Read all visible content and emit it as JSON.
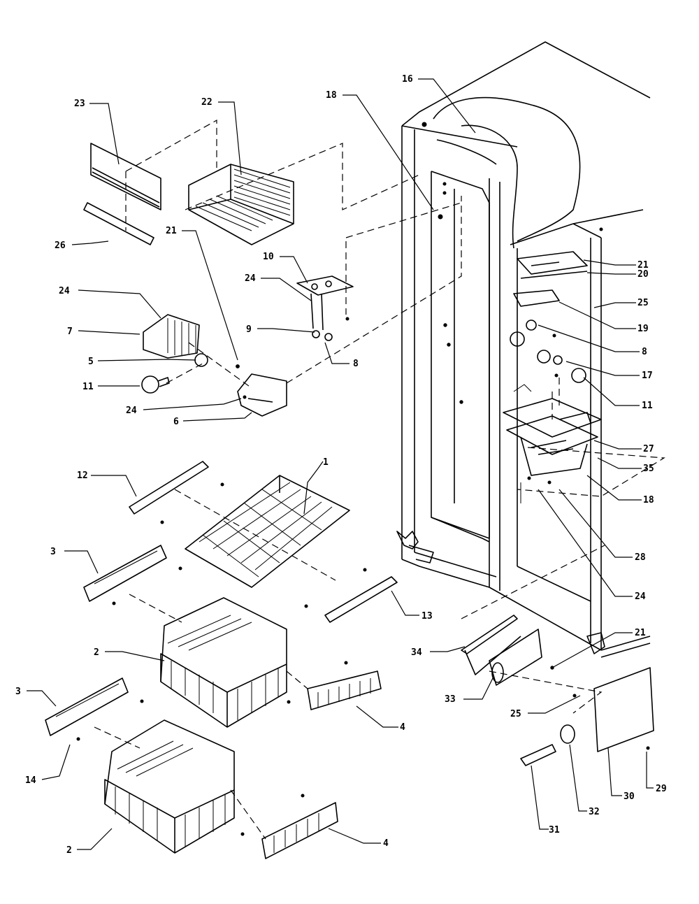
{
  "callouts": {
    "c1": "1",
    "c2a": "2",
    "c2b": "2",
    "c3a": "3",
    "c3b": "3",
    "c4a": "4",
    "c4b": "4",
    "c5": "5",
    "c6": "6",
    "c7": "7",
    "c8a": "8",
    "c8b": "8",
    "c9": "9",
    "c10": "10",
    "c11a": "11",
    "c11b": "11",
    "c12": "12",
    "c13": "13",
    "c14": "14",
    "c16": "16",
    "c17": "17",
    "c18a": "18",
    "c18b": "18",
    "c19": "19",
    "c20": "20",
    "c21a": "21",
    "c21b": "21",
    "c21c": "21",
    "c23": "23",
    "c22": "22",
    "c24a": "24",
    "c24b": "24",
    "c24c": "24",
    "c24d": "24",
    "c25a": "25",
    "c25b": "25",
    "c26": "26",
    "c27": "27",
    "c28": "28",
    "c29": "29",
    "c30": "30",
    "c31": "31",
    "c32": "32",
    "c33": "33",
    "c34": "34",
    "c35": "35"
  }
}
